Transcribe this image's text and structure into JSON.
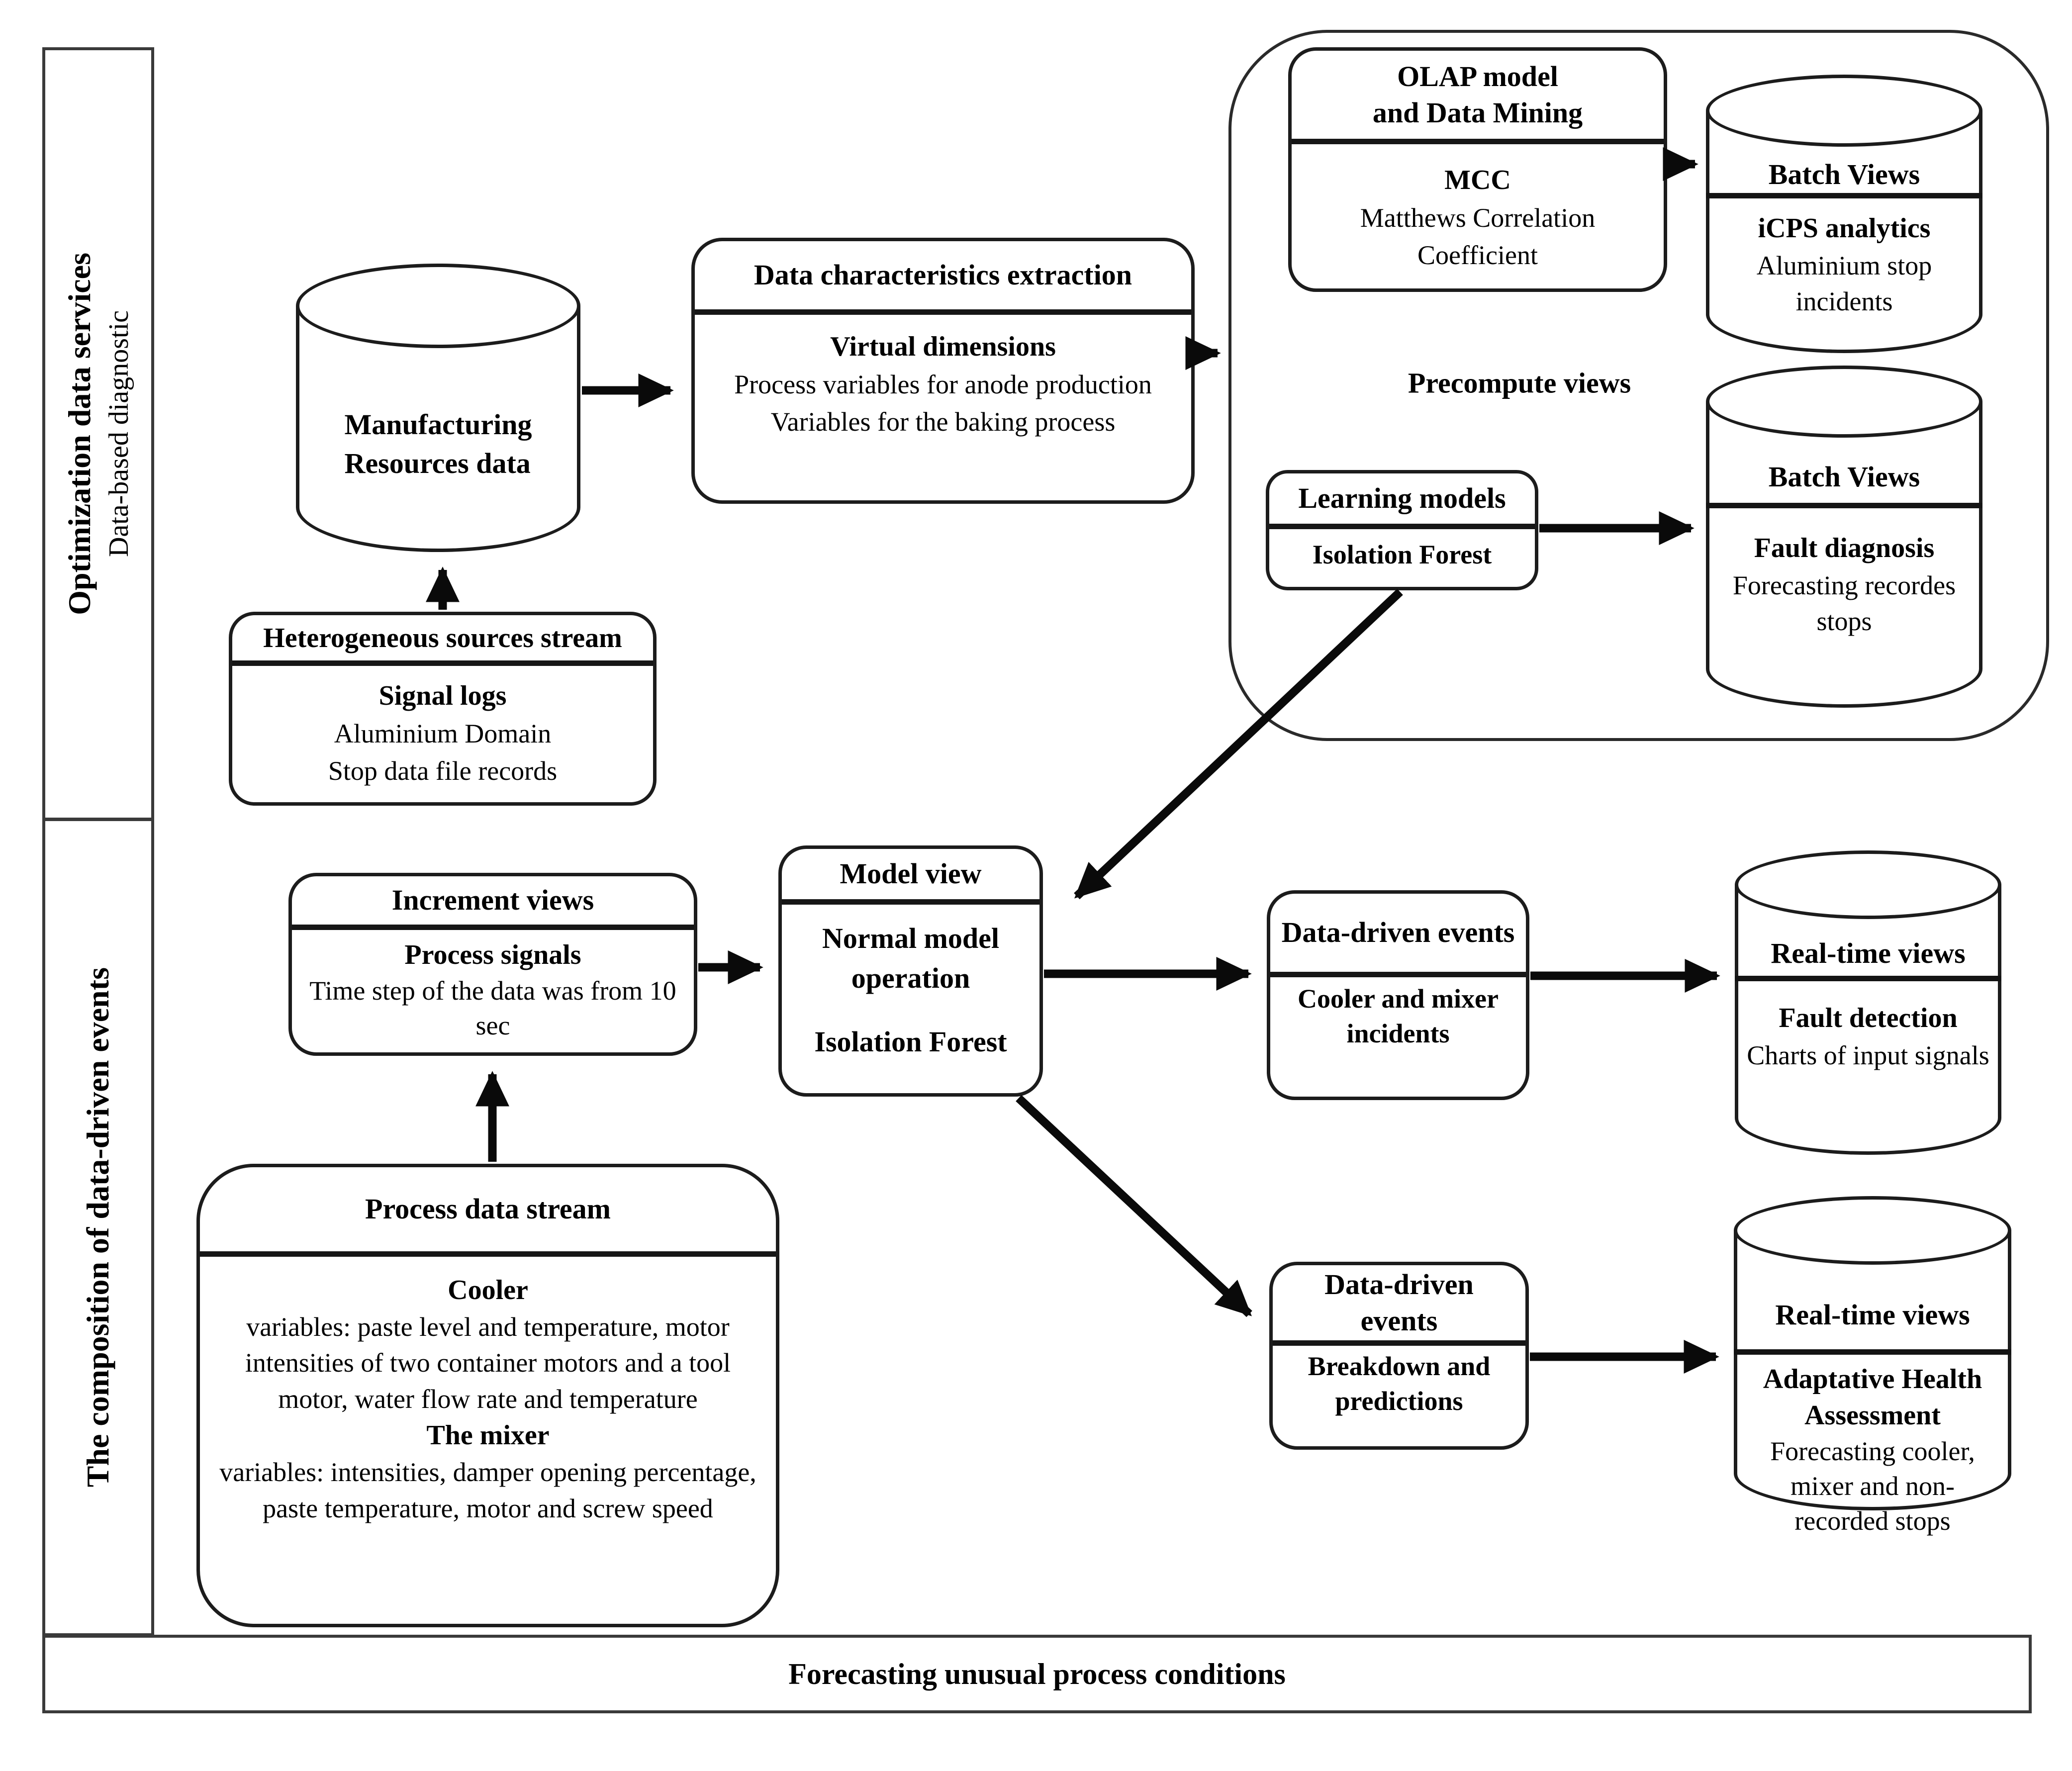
{
  "colors": {
    "ink": "#1c1c1c",
    "background": "#ffffff"
  },
  "lanes": {
    "optimization": {
      "title": "Optimization data services",
      "subtitle": "Data-based diagnostic"
    },
    "composition": {
      "title": "The composition of data-driven events"
    }
  },
  "footer": {
    "label": "Forecasting unusual process conditions"
  },
  "labels": {
    "precompute": "Precompute views"
  },
  "nodes": {
    "manufacturing": {
      "line1": "Manufacturing",
      "line2": "Resources data"
    },
    "heterogeneous": {
      "title": "Heterogeneous sources stream",
      "body_head": "Signal logs",
      "body_line1": "Aluminium Domain",
      "body_line2": "Stop data file records"
    },
    "data_characteristics": {
      "title": "Data characteristics extraction",
      "body_head": "Virtual dimensions",
      "body_line1": "Process variables for anode production",
      "body_line2": "Variables for the baking process"
    },
    "olap": {
      "title_line1": "OLAP model",
      "title_line2": "and Data Mining",
      "body_head": "MCC",
      "body_line1": "Matthews Correlation Coefficient"
    },
    "batch_views_top": {
      "title": "Batch Views",
      "body_head": "iCPS analytics",
      "body_line1": "Aluminium stop incidents"
    },
    "learning_models": {
      "title": "Learning models",
      "body": "Isolation Forest"
    },
    "batch_views_bottom": {
      "title": "Batch Views",
      "body_head": "Fault diagnosis",
      "body_line1": "Forecasting recordes stops"
    },
    "increment_views": {
      "title": "Increment views",
      "body_head": "Process signals",
      "body_line1": "Time step of the data was from 10 sec"
    },
    "model_view": {
      "title": "Model view",
      "body_head": "Normal model operation",
      "body_line1": "Isolation Forest"
    },
    "events_incidents": {
      "title": "Data-driven events",
      "body": "Cooler and mixer incidents"
    },
    "events_breakdown": {
      "title": "Data-driven events",
      "body": "Breakdown and predictions"
    },
    "realtime_fault": {
      "title": "Real-time views",
      "body_head": "Fault detection",
      "body_line1": "Charts of input signals"
    },
    "realtime_health": {
      "title": "Real-time views",
      "body_head": "Adaptative Health Assessment",
      "body_line1": "Forecasting cooler, mixer and non-recorded stops"
    },
    "process_stream": {
      "title": "Process data stream",
      "cooler_head": "Cooler",
      "cooler_text": "variables: paste level and temperature, motor intensities of two container motors and a tool motor, water flow rate and temperature",
      "mixer_head": "The mixer",
      "mixer_text": "variables: intensities, damper opening percentage, paste temperature, motor and screw speed"
    }
  }
}
